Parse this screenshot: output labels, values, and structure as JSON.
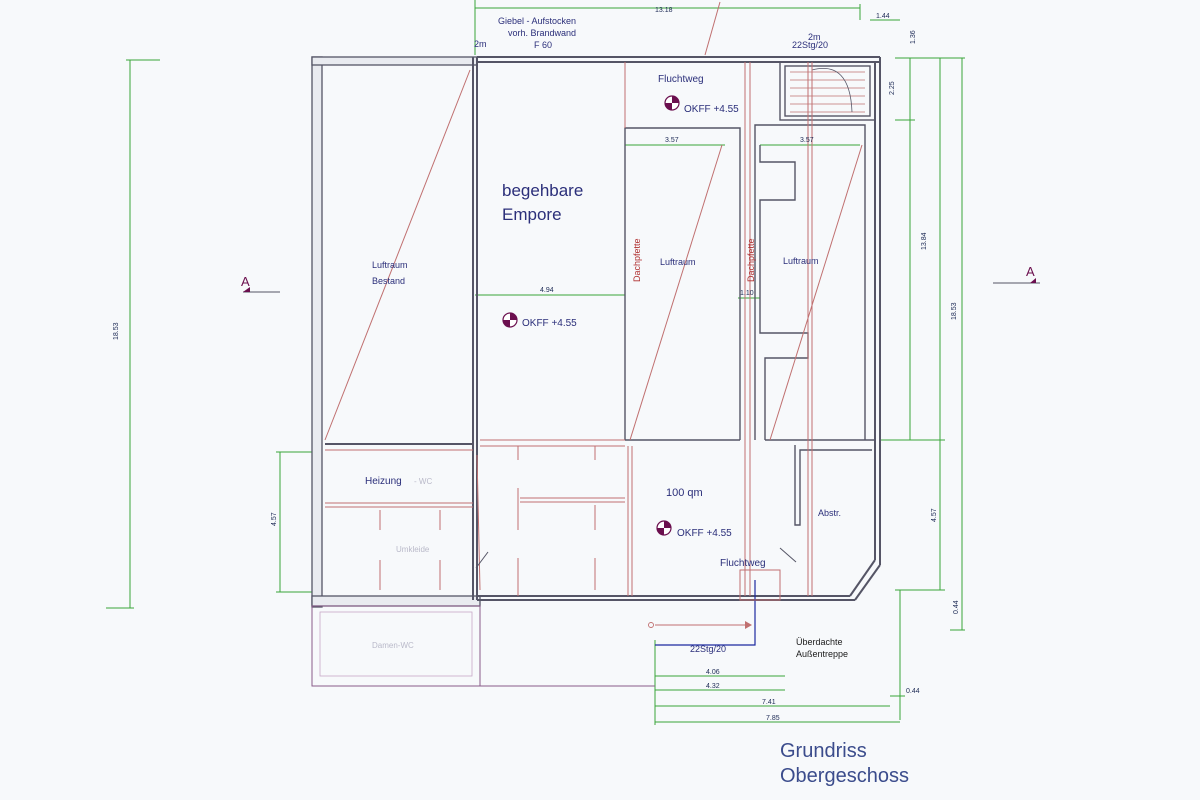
{
  "header_notes": {
    "gable_line1": "Giebel  -  Aufstocken",
    "gable_line2": "vorh. Brandwand",
    "gable_line3": "F 60",
    "top_dim": "13.18",
    "top_right_dim": "1.44",
    "top_left_2m": "2m",
    "top_right_2m": "2m",
    "stair_note_top": "22Stg/20"
  },
  "rooms": {
    "fluchtweg_top": "Fluchtweg",
    "okff_top": "OKFF  +4.55",
    "empore_line1": "begehbare",
    "empore_line2": "Empore",
    "luftraum_bestand_1": "Luftraum",
    "luftraum_bestand_2": "Bestand",
    "okff_mid": "OKFF  +4.55",
    "dachpfette_1": "Dachpfette",
    "luftraum_mid": "Luftraum",
    "dachpfette_2": "Dachpfette",
    "luftraum_right": "Luftraum",
    "heizung": "Heizung",
    "heizung_faint": "- WC",
    "faint_left_room": "Umkleide",
    "area": "100 qm",
    "okff_bottom": "OKFF  +4.55",
    "fluchtweg_bottom": "Fluchtweg",
    "abstr": "Abstr.",
    "faint_bottom_room": "Damen-WC",
    "stair_ext_line1": "Überdachte",
    "stair_ext_line2": "Außentreppe",
    "stair_note_bottom": "22Stg/20"
  },
  "dims": {
    "d357a": "3.57",
    "d357b": "3.57",
    "d494": "4.94",
    "d110": "1.10",
    "left_total": "18.53",
    "right_total": "18.53",
    "right_mid": "13.84",
    "right_top": "2.25",
    "right_small": "1.36",
    "left_457": "4.57",
    "right_457": "4.57",
    "right_044": "0.44",
    "bottom_044": "0.44",
    "d406": "4.06",
    "d432": "4.32",
    "d741": "7.41",
    "d785": "7.85"
  },
  "section_markers": {
    "left": "A",
    "right": "A"
  },
  "title": {
    "line1": "Grundriss",
    "line2": "Obergeschoss"
  },
  "colors": {
    "wall": "#555566",
    "red_line": "#c07070",
    "green_dim": "#3aa53a",
    "text": "#2b2f7a",
    "marker": "#6b0f4e"
  }
}
